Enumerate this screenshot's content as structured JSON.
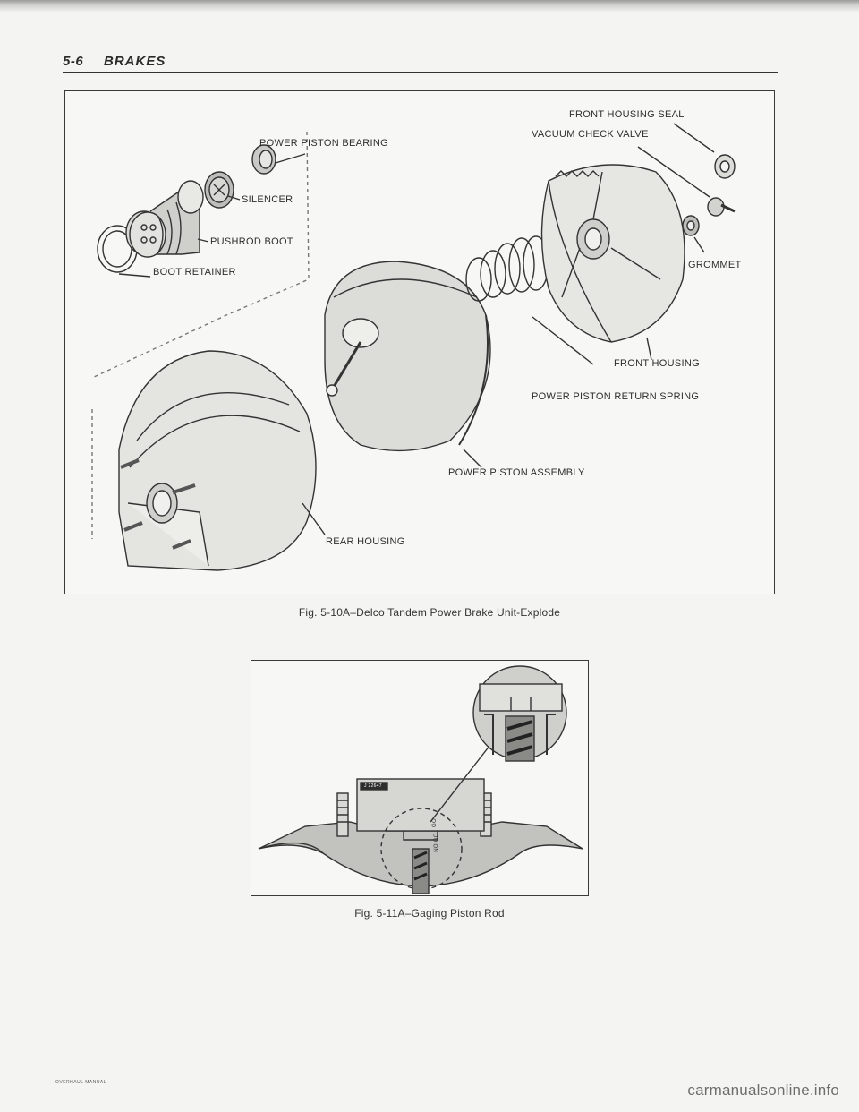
{
  "header": {
    "page_number": "5-6",
    "section_title": "BRAKES"
  },
  "figure1": {
    "caption": "Fig. 5-10A–Delco Tandem Power Brake Unit-Explode",
    "labels": {
      "power_piston_bearing": "POWER PISTON BEARING",
      "silencer": "SILENCER",
      "pushrod_boot": "PUSHROD BOOT",
      "boot_retainer": "BOOT RETAINER",
      "front_housing_seal": "FRONT HOUSING SEAL",
      "vacuum_check_valve": "VACUUM CHECK VALVE",
      "grommet": "GROMMET",
      "front_housing": "FRONT HOUSING",
      "power_piston_return_spring": "POWER PISTON RETURN SPRING",
      "power_piston_assembly": "POWER PISTON ASSEMBLY",
      "rear_housing": "REAR HOUSING"
    }
  },
  "figure2": {
    "caption": "Fig. 5-11A–Gaging Piston Rod",
    "tool_label": "J 22647",
    "gauge_marks": [
      "GO",
      "NO GO"
    ]
  },
  "footer": {
    "text": "OVERHAUL MANUAL"
  },
  "watermark": {
    "text": "carmanualsonline.info"
  }
}
